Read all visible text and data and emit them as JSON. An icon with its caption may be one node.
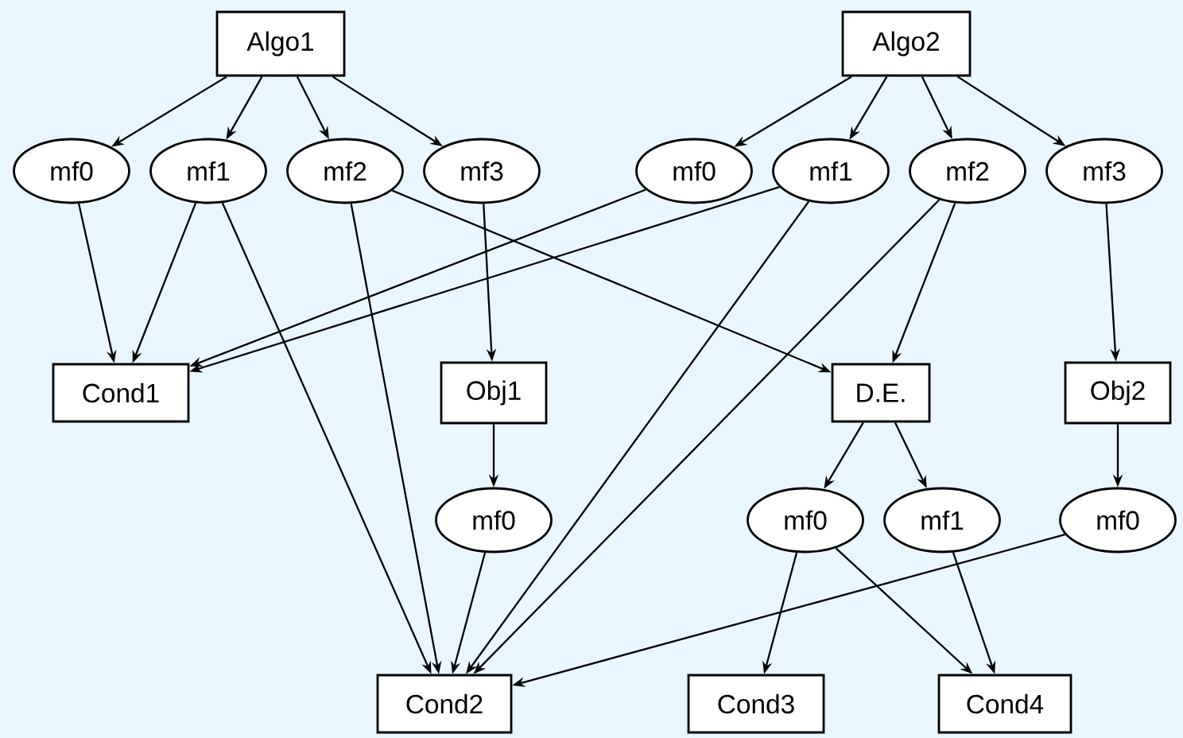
{
  "diagram": {
    "nodes": [
      {
        "text": [
          "Algo1"
        ]
      },
      {
        "text": [
          "Algo2"
        ]
      },
      {
        "text": [
          "mf0"
        ]
      },
      {
        "text": [
          "mf1"
        ]
      },
      {
        "text": [
          "mf2"
        ]
      },
      {
        "text": [
          "mf3"
        ]
      },
      {
        "text": [
          "mf0"
        ]
      },
      {
        "text": [
          "mf1"
        ]
      },
      {
        "text": [
          "mf2"
        ]
      },
      {
        "text": [
          "mf3"
        ]
      },
      {
        "text": [
          "Cond1"
        ]
      },
      {
        "text": [
          "Obj1"
        ]
      },
      {
        "text": [
          "D.E."
        ]
      },
      {
        "text": [
          "Obj2"
        ]
      },
      {
        "text": [
          "mf0"
        ]
      },
      {
        "text": [
          "mf0"
        ]
      },
      {
        "text": [
          "mf1"
        ]
      },
      {
        "text": [
          "mf0"
        ]
      },
      {
        "text": [
          "Cond2"
        ]
      },
      {
        "text": [
          "Cond3"
        ]
      },
      {
        "text": [
          "Cond4"
        ]
      }
    ],
    "edges": [
      {
        "from": 0,
        "to": 2,
        "arrow": "to"
      },
      {
        "from": 0,
        "to": 3,
        "arrow": "to"
      },
      {
        "from": 0,
        "to": 4,
        "arrow": "to"
      },
      {
        "from": 0,
        "to": 5,
        "arrow": "to"
      },
      {
        "from": 1,
        "to": 6,
        "arrow": "to"
      },
      {
        "from": 1,
        "to": 7,
        "arrow": "to"
      },
      {
        "from": 1,
        "to": 8,
        "arrow": "to"
      },
      {
        "from": 1,
        "to": 9,
        "arrow": "to"
      },
      {
        "from": 2,
        "to": 10,
        "arrow": "to"
      },
      {
        "from": 3,
        "to": 10,
        "arrow": "to"
      },
      {
        "from": 3,
        "to": 18,
        "arrow": "to"
      },
      {
        "from": 4,
        "to": 18,
        "arrow": "to"
      },
      {
        "from": 4,
        "to": 12,
        "arrow": "to"
      },
      {
        "from": 5,
        "to": 11,
        "arrow": "to"
      },
      {
        "from": 6,
        "to": 10,
        "arrow": "to"
      },
      {
        "from": 7,
        "to": 10,
        "arrow": "to"
      },
      {
        "from": 7,
        "to": 18,
        "arrow": "to"
      },
      {
        "from": 8,
        "to": 18,
        "arrow": "to"
      },
      {
        "from": 8,
        "to": 12,
        "arrow": "to"
      },
      {
        "from": 9,
        "to": 13,
        "arrow": "to"
      },
      {
        "from": 11,
        "to": 14,
        "arrow": "to"
      },
      {
        "from": 14,
        "to": 18,
        "arrow": "to"
      },
      {
        "from": 12,
        "to": 15,
        "arrow": "to"
      },
      {
        "from": 12,
        "to": 16,
        "arrow": "to"
      },
      {
        "from": 15,
        "to": 19,
        "arrow": "to"
      },
      {
        "from": 15,
        "to": 20,
        "arrow": "to"
      },
      {
        "from": 16,
        "to": 20,
        "arrow": "to"
      },
      {
        "from": 13,
        "to": 17,
        "arrow": "to"
      },
      {
        "from": 17,
        "to": 18,
        "arrow": "to"
      }
    ]
  }
}
